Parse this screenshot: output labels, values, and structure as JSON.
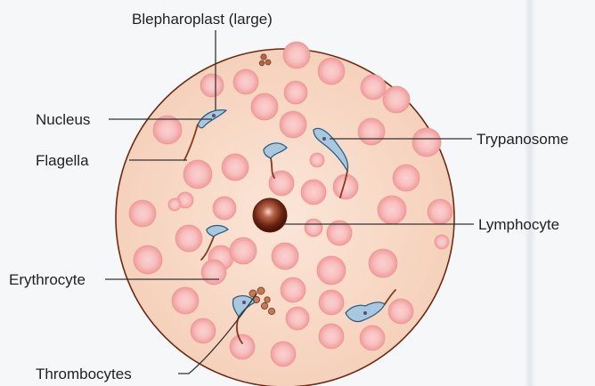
{
  "diagram": {
    "labels": {
      "blepharoplast": "Blepharoplast (large)",
      "nucleus": "Nucleus",
      "flagella": "Flagella",
      "trypanosome": "Trypanosome",
      "lymphocyte": "Lymphocyte",
      "erythrocyte": "Erythrocyte",
      "thrombocytes": "Thrombocytes"
    },
    "colors": {
      "background": "#f6f7f8",
      "field": "#f8d9c6",
      "field_edge": "#6e2a12",
      "erythrocyte_rim": "#f4a3a2",
      "erythrocyte_center": "#f7c6c4",
      "trypanosome": "#a7c8de",
      "trypanosome_edge": "#2f5f80",
      "flagellum": "#8a3a1c",
      "lymphocyte": "#7a2a10",
      "thrombocyte": "#b06a48",
      "leader_line": "#333333"
    }
  }
}
